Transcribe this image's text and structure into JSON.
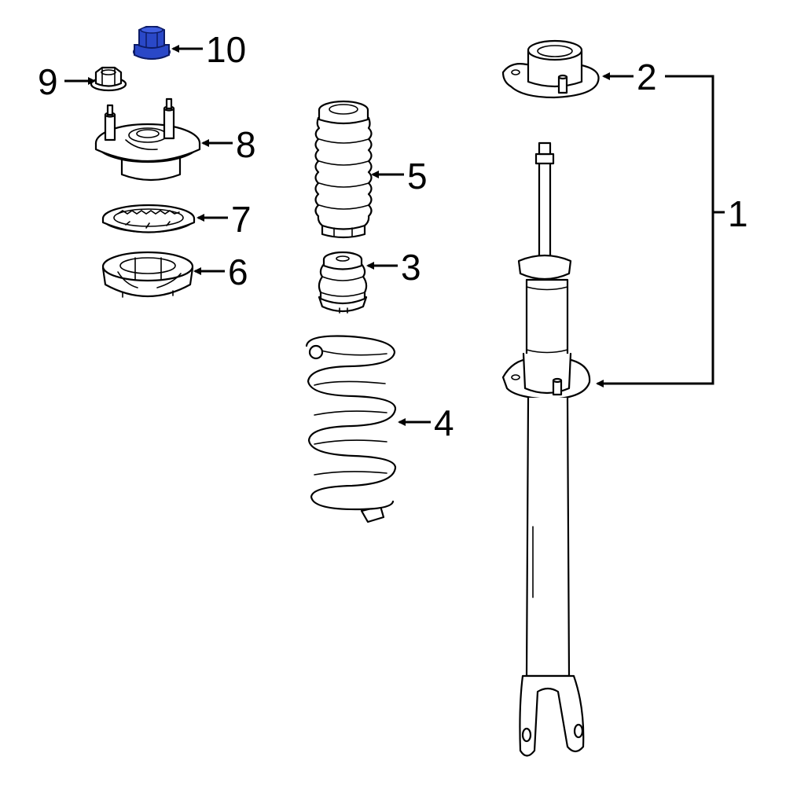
{
  "diagram": {
    "callouts": [
      {
        "id": "1",
        "label": "1"
      },
      {
        "id": "2",
        "label": "2"
      },
      {
        "id": "3",
        "label": "3"
      },
      {
        "id": "4",
        "label": "4"
      },
      {
        "id": "5",
        "label": "5"
      },
      {
        "id": "6",
        "label": "6"
      },
      {
        "id": "7",
        "label": "7"
      },
      {
        "id": "8",
        "label": "8"
      },
      {
        "id": "9",
        "label": "9"
      },
      {
        "id": "10",
        "label": "10"
      }
    ],
    "highlight_color": "#2a48c8",
    "highlighted_part": "10"
  }
}
